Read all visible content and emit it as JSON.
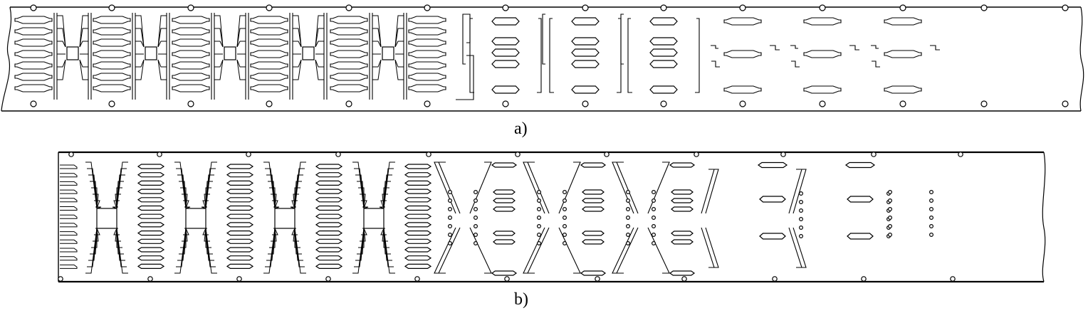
{
  "figure": {
    "caption_a": "a)",
    "caption_b": "b)"
  },
  "strip_a": {
    "pinned_units": 5,
    "transition_units": 3,
    "flat_units": 3
  },
  "strip_b": {
    "fan_units": 4,
    "dot_units": 3,
    "open_units": 2,
    "final_units": 1
  },
  "colors": {
    "line": "#000000",
    "background": "#ffffff"
  }
}
